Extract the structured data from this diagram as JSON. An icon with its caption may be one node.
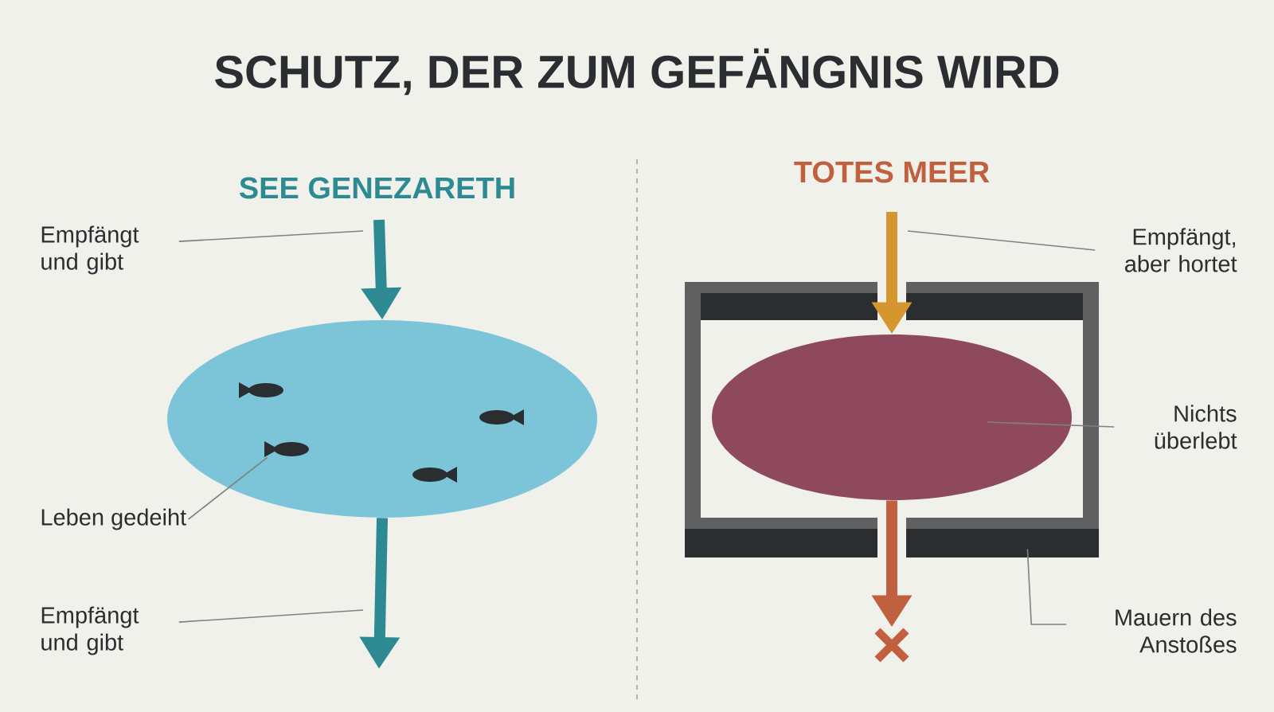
{
  "diagram": {
    "title": "SCHUTZ, DER ZUM GEFÄNGNIS WIRD",
    "nodes": [
      {
        "text": [],
        "shape": "ellipse"
      },
      {
        "text": [],
        "shape": "fish",
        "in": 0
      },
      {
        "text": [
          "Empfängt und gibt"
        ]
      },
      {
        "text": [
          "Leben gedeiht"
        ]
      },
      {
        "text": [
          "Empfängt und gibt"
        ]
      },
      {
        "text": [],
        "shape": "box"
      },
      {
        "text": [],
        "shape": "ellipse",
        "in": 5
      },
      {
        "text": [],
        "shape": "cross"
      },
      {
        "text": [
          "Empfängt, aber hortet"
        ]
      },
      {
        "text": [
          "Nichts überlebt"
        ]
      },
      {
        "text": [
          "Mauern des Anstoßes"
        ]
      }
    ],
    "edges": [
      {
        "from": null,
        "to": 0,
        "arrow": "to",
        "style": "thick",
        "color": "#2e8a92"
      },
      {
        "from": 0,
        "to": null,
        "arrow": "to",
        "style": "thick",
        "color": "#2e8a92"
      },
      {
        "from": 2,
        "to": null,
        "arrow": "none"
      },
      {
        "from": 3,
        "to": 1,
        "arrow": "none"
      },
      {
        "from": 4,
        "to": null,
        "arrow": "none"
      },
      {
        "from": null,
        "to": 6,
        "arrow": "to",
        "style": "thick",
        "color": "#d4962e"
      },
      {
        "from": 6,
        "to": 7,
        "arrow": "to",
        "style": "thick",
        "color": "#c0603f"
      },
      {
        "from": 8,
        "to": null,
        "arrow": "none"
      },
      {
        "from": 9,
        "to": 6,
        "arrow": "none"
      },
      {
        "from": 10,
        "to": 5,
        "arrow": "none"
      }
    ],
    "labels": [
      "SEE GENEZARETH",
      "TOTES MEER"
    ]
  }
}
